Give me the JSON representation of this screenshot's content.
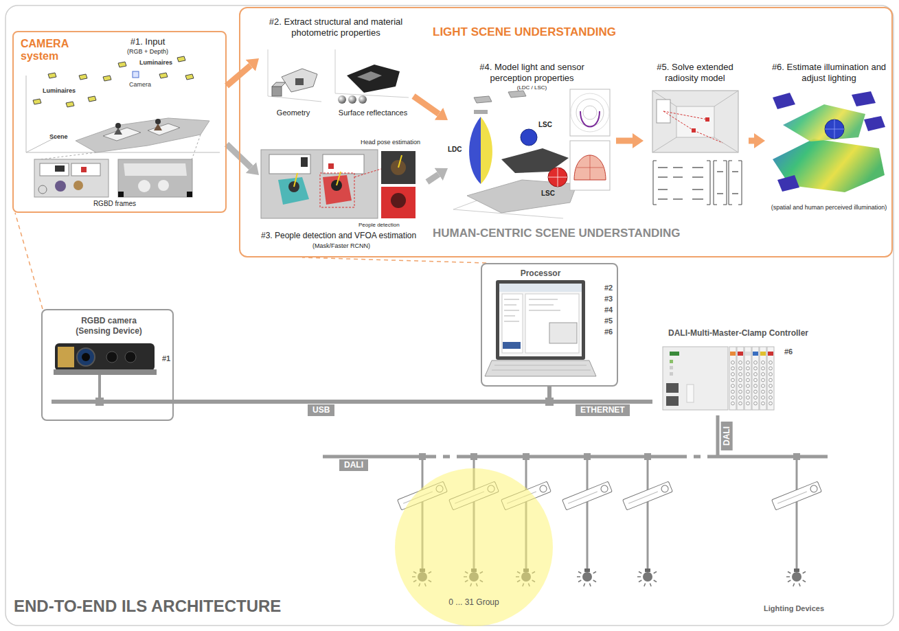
{
  "diagram": {
    "title": "END-TO-END ILS ARCHITECTURE",
    "nodes": [
      {
        "text": [
          "CAMERA system",
          "#1. Input",
          "(RGB + Depth)",
          "RGBD frames"
        ]
      },
      {
        "text": [
          "LIGHT SCENE UNDERSTANDING",
          "HUMAN-CENTRIC SCENE UNDERSTANDING"
        ]
      },
      {
        "text": [
          "#2. Extract structural and material photometric properties",
          "Geometry",
          "Surface reflectances"
        ],
        "in": 1
      },
      {
        "text": [
          "#3. People detection and VFOA estimation",
          "(Mask/Faster RCNN)",
          "Head pose estimation",
          "People detection"
        ],
        "in": 1
      },
      {
        "text": [
          "#4. Model light and sensor perception properties",
          "(LDC / LSC)"
        ],
        "in": 1
      },
      {
        "text": [
          "#5. Solve extended radiosity model"
        ],
        "in": 1
      },
      {
        "text": [
          "#6. Estimate illumination and adjust lighting",
          "(spatial and human perceived illumination)"
        ],
        "in": 1
      },
      {
        "text": [
          "RGBD camera (Sensing Device)",
          "#1"
        ]
      },
      {
        "text": [
          "Processor",
          "#2",
          "#3",
          "#4",
          "#5",
          "#6"
        ]
      },
      {
        "text": [
          "DALI-Multi-Master-Clamp Controller",
          "#6"
        ]
      },
      {
        "text": [
          "0 ... 31 Group"
        ]
      }
    ],
    "edges": [
      {
        "from": 0,
        "to": 2,
        "arrow": "to"
      },
      {
        "from": 0,
        "to": 3,
        "arrow": "to"
      },
      {
        "from": 2,
        "to": 4,
        "arrow": "to"
      },
      {
        "from": 3,
        "to": 4,
        "arrow": "to"
      },
      {
        "from": 4,
        "to": 5,
        "arrow": "to"
      },
      {
        "from": 5,
        "to": 6,
        "arrow": "to"
      },
      {
        "from": 7,
        "to": 0,
        "arrow": "none"
      },
      {
        "from": 8,
        "to": 1,
        "arrow": "none"
      },
      {
        "from": 7,
        "to": 8,
        "label": "USB",
        "arrow": "none"
      },
      {
        "from": 8,
        "to": 9,
        "label": "ETHERNET",
        "arrow": "none"
      }
    ],
    "labels": [
      "Luminaires",
      "Luminaires",
      "Camera",
      "Scene",
      "LDC",
      "LSC",
      "LSC",
      "DALI",
      "DALI",
      "Lighting Devices"
    ]
  }
}
